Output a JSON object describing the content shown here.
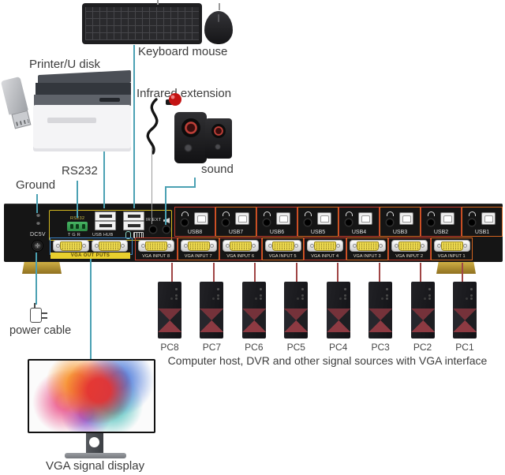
{
  "top": {
    "keyboard_mouse_label": "Keyboard mouse",
    "printer_label": "Printer/U disk",
    "infrared_label": "Infrared extension",
    "sound_label": "sound"
  },
  "left": {
    "ground_label": "Ground",
    "rs232_label": "RS232",
    "power_label": "power cable",
    "display_label": "VGA signal display"
  },
  "panel": {
    "dc5v": "DC5V",
    "dc_symbol": "✛",
    "rs232_port": "RS232",
    "rs232_pins": "T G R",
    "usb_hub": "USB HUB",
    "ir_ext": "IR EXT",
    "vga_out": "VGA OUT PUTS",
    "usb_ports": [
      "USB8",
      "USB7",
      "USB6",
      "USB5",
      "USB4",
      "USB3",
      "USB2",
      "USB1"
    ],
    "vga_inputs": [
      "VGA INPUT 8",
      "VGA INPUT 7",
      "VGA INPUT 6",
      "VGA INPUT 5",
      "VGA INPUT 4",
      "VGA INPUT 3",
      "VGA INPUT 2",
      "VGA INPUT 1"
    ]
  },
  "bottom": {
    "pc_labels": [
      "PC8",
      "PC7",
      "PC6",
      "PC5",
      "PC4",
      "PC3",
      "PC2",
      "PC1"
    ],
    "caption": "Computer host, DVR and other signal sources with VGA interface"
  },
  "colors": {
    "line_teal": "#4ba1b3",
    "line_red": "#a04545",
    "box_yellow": "#d4b920",
    "box_blue": "#3b82c4",
    "box_red": "#c23b2a",
    "box_orange": "#d3641f",
    "panel_black": "#151515",
    "foot_gold": "#c9a233"
  }
}
